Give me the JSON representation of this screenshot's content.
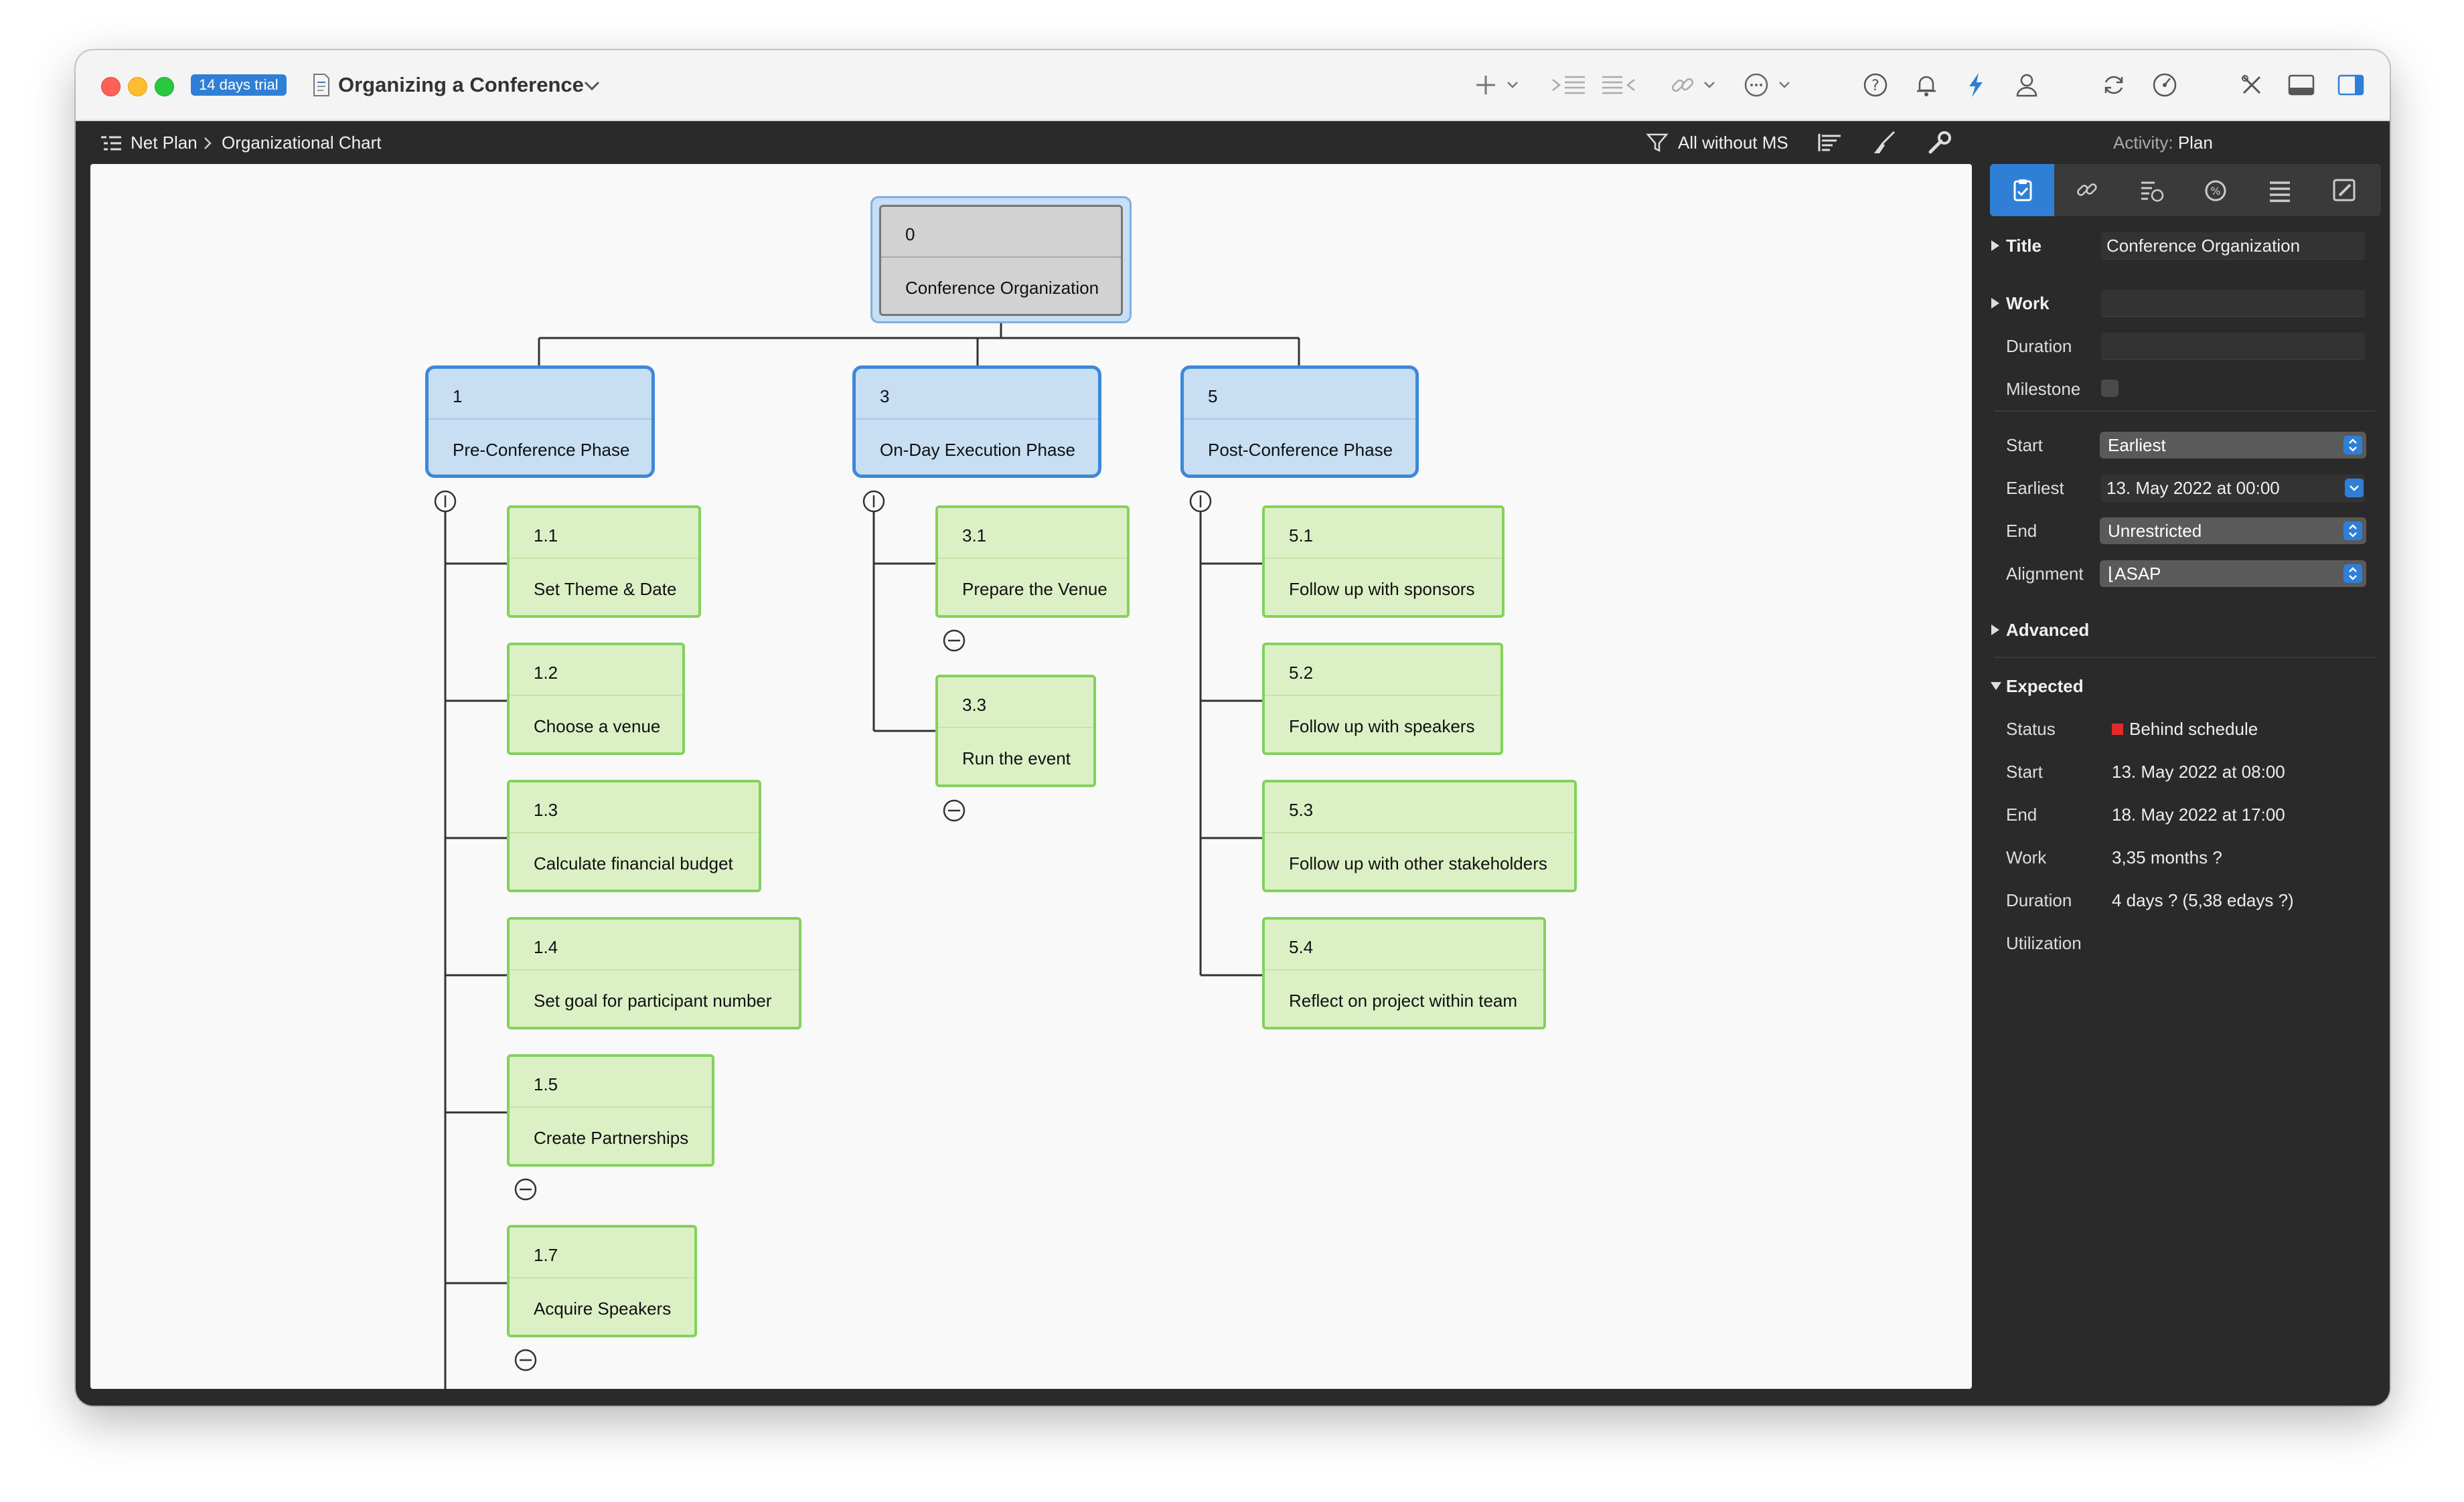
{
  "window": {
    "trial_badge": "14 days trial",
    "document_title": "Organizing a Conference"
  },
  "pathbar": {
    "crumb_1": "Net Plan",
    "crumb_2": "Organizational Chart",
    "filter_label": "All without MS"
  },
  "chart": {
    "root": {
      "num": "0",
      "label": "Conference Organization"
    },
    "phases": [
      {
        "num": "1",
        "label": "Pre-Conference Phase"
      },
      {
        "num": "3",
        "label": "On-Day Execution Phase"
      },
      {
        "num": "5",
        "label": "Post-Conference Phase"
      }
    ],
    "tasks_1": [
      {
        "num": "1.1",
        "label": "Set Theme & Date"
      },
      {
        "num": "1.2",
        "label": "Choose a venue"
      },
      {
        "num": "1.3",
        "label": "Calculate financial budget"
      },
      {
        "num": "1.4",
        "label": "Set goal for participant number"
      },
      {
        "num": "1.5",
        "label": "Create Partnerships"
      },
      {
        "num": "1.7",
        "label": "Acquire Speakers"
      }
    ],
    "tasks_3": [
      {
        "num": "3.1",
        "label": "Prepare the Venue"
      },
      {
        "num": "3.3",
        "label": "Run the event"
      }
    ],
    "tasks_5": [
      {
        "num": "5.1",
        "label": "Follow up with sponsors"
      },
      {
        "num": "5.2",
        "label": "Follow up with speakers"
      },
      {
        "num": "5.3",
        "label": "Follow up with other stakeholders"
      },
      {
        "num": "5.4",
        "label": "Reflect on project within team"
      }
    ]
  },
  "inspector": {
    "activity_label": "Activity:",
    "activity_value": "Plan",
    "title_label": "Title",
    "title_value": "Conference Organization",
    "work_label": "Work",
    "duration_label": "Duration",
    "milestone_label": "Milestone",
    "start_label": "Start",
    "start_value": "Earliest",
    "earliest_label": "Earliest",
    "earliest_value": "13. May 2022 at 00:00",
    "end_label": "End",
    "end_value": "Unrestricted",
    "alignment_label": "Alignment",
    "alignment_value": "⌊ASAP",
    "advanced_label": "Advanced",
    "expected_label": "Expected",
    "expected": {
      "status_label": "Status",
      "status_value": "Behind schedule",
      "start_label": "Start",
      "start_value": "13. May 2022 at 08:00",
      "end_label": "End",
      "end_value": "18. May 2022 at 17:00",
      "work_label": "Work",
      "work_value": "3,35 months ?",
      "duration_label": "Duration",
      "duration_value": "4 days ? (5,38 edays ?)",
      "utilization_label": "Utilization"
    }
  },
  "colors": {
    "accent": "#2f7fd6",
    "task_fill": "#dcf0c6",
    "task_border": "#83d25b",
    "phase_fill": "#c7def3",
    "phase_border": "#3d88d8",
    "status_behind": "#e02a2a"
  }
}
